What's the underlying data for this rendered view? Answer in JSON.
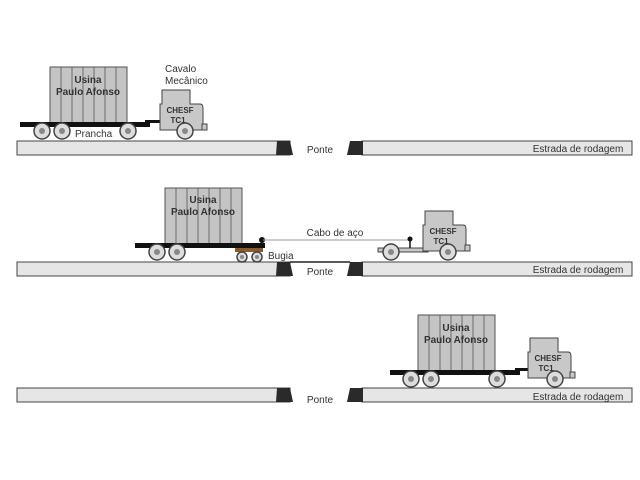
{
  "scenes": [
    {
      "road_label": "Estrada de rodagem",
      "bridge_label": "Ponte",
      "container": [
        "Usina",
        "Paulo Afonso"
      ],
      "truck": [
        "CHESF",
        "TC1"
      ],
      "tractor_label": [
        "Cavalo",
        "Mecânico"
      ],
      "trailer_label": "Prancha"
    },
    {
      "road_label": "Estrada de rodagem",
      "bridge_label": "Ponte",
      "container": [
        "Usina",
        "Paulo Afonso"
      ],
      "truck": [
        "CHESF",
        "TC1"
      ],
      "cable_label": "Cabo de aço",
      "bogie_label": "Bugia"
    },
    {
      "road_label": "Estrada de rodagem",
      "bridge_label": "Ponte",
      "container": [
        "Usina",
        "Paulo Afonso"
      ],
      "truck": [
        "CHESF",
        "TC1"
      ]
    }
  ]
}
